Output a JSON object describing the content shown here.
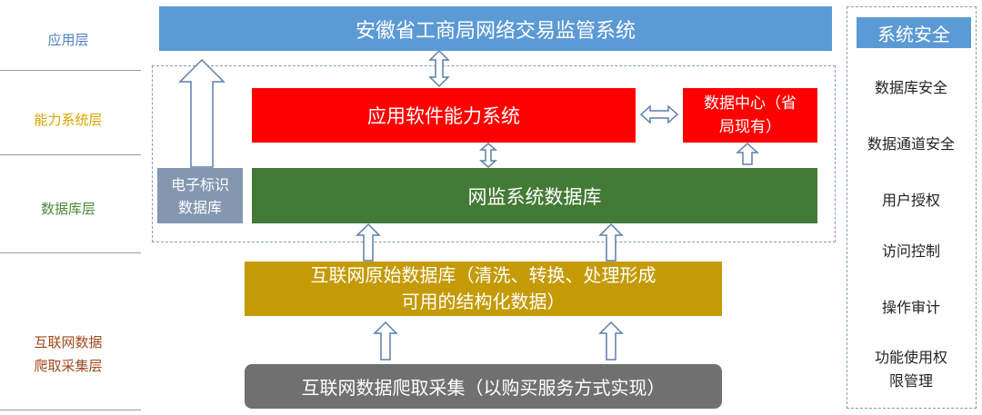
{
  "colors": {
    "app_layer": "#4f7fc0",
    "capability_layer": "#d8a400",
    "database_layer": "#4c8a35",
    "crawl_layer": "#a0481d",
    "top_box": "#5b9ad5",
    "red_box": "#ff0000",
    "green_box": "#437a35",
    "gold_box": "#c49a05",
    "gray_box": "#707070",
    "slate_box": "#8497b0",
    "security_header": "#5b9ad5"
  },
  "layers": {
    "app": "应用层",
    "capability": "能力系统层",
    "database": "数据库层",
    "crawl_line1": "互联网数据",
    "crawl_line2": "爬取采集层"
  },
  "boxes": {
    "top_system": "安徽省工商局网络交易监管系统",
    "app_software": "应用软件能力系统",
    "data_center_line1": "数据中心（省",
    "data_center_line2": "局现有）",
    "e_label_line1": "电子标识",
    "e_label_line2": "数据库",
    "monitor_db": "网监系统数据库",
    "raw_db_line1": "互联网原始数据库（清洗、转换、处理形成",
    "raw_db_line2": "可用的结构化数据）",
    "crawl": "互联网数据爬取采集（以购买服务方式实现）"
  },
  "security": {
    "title": "系统安全",
    "items": [
      "数据库安全",
      "数据通道安全",
      "用户授权",
      "访问控制",
      "操作审计"
    ],
    "last_line1": "功能使用权",
    "last_line2": "限管理"
  }
}
